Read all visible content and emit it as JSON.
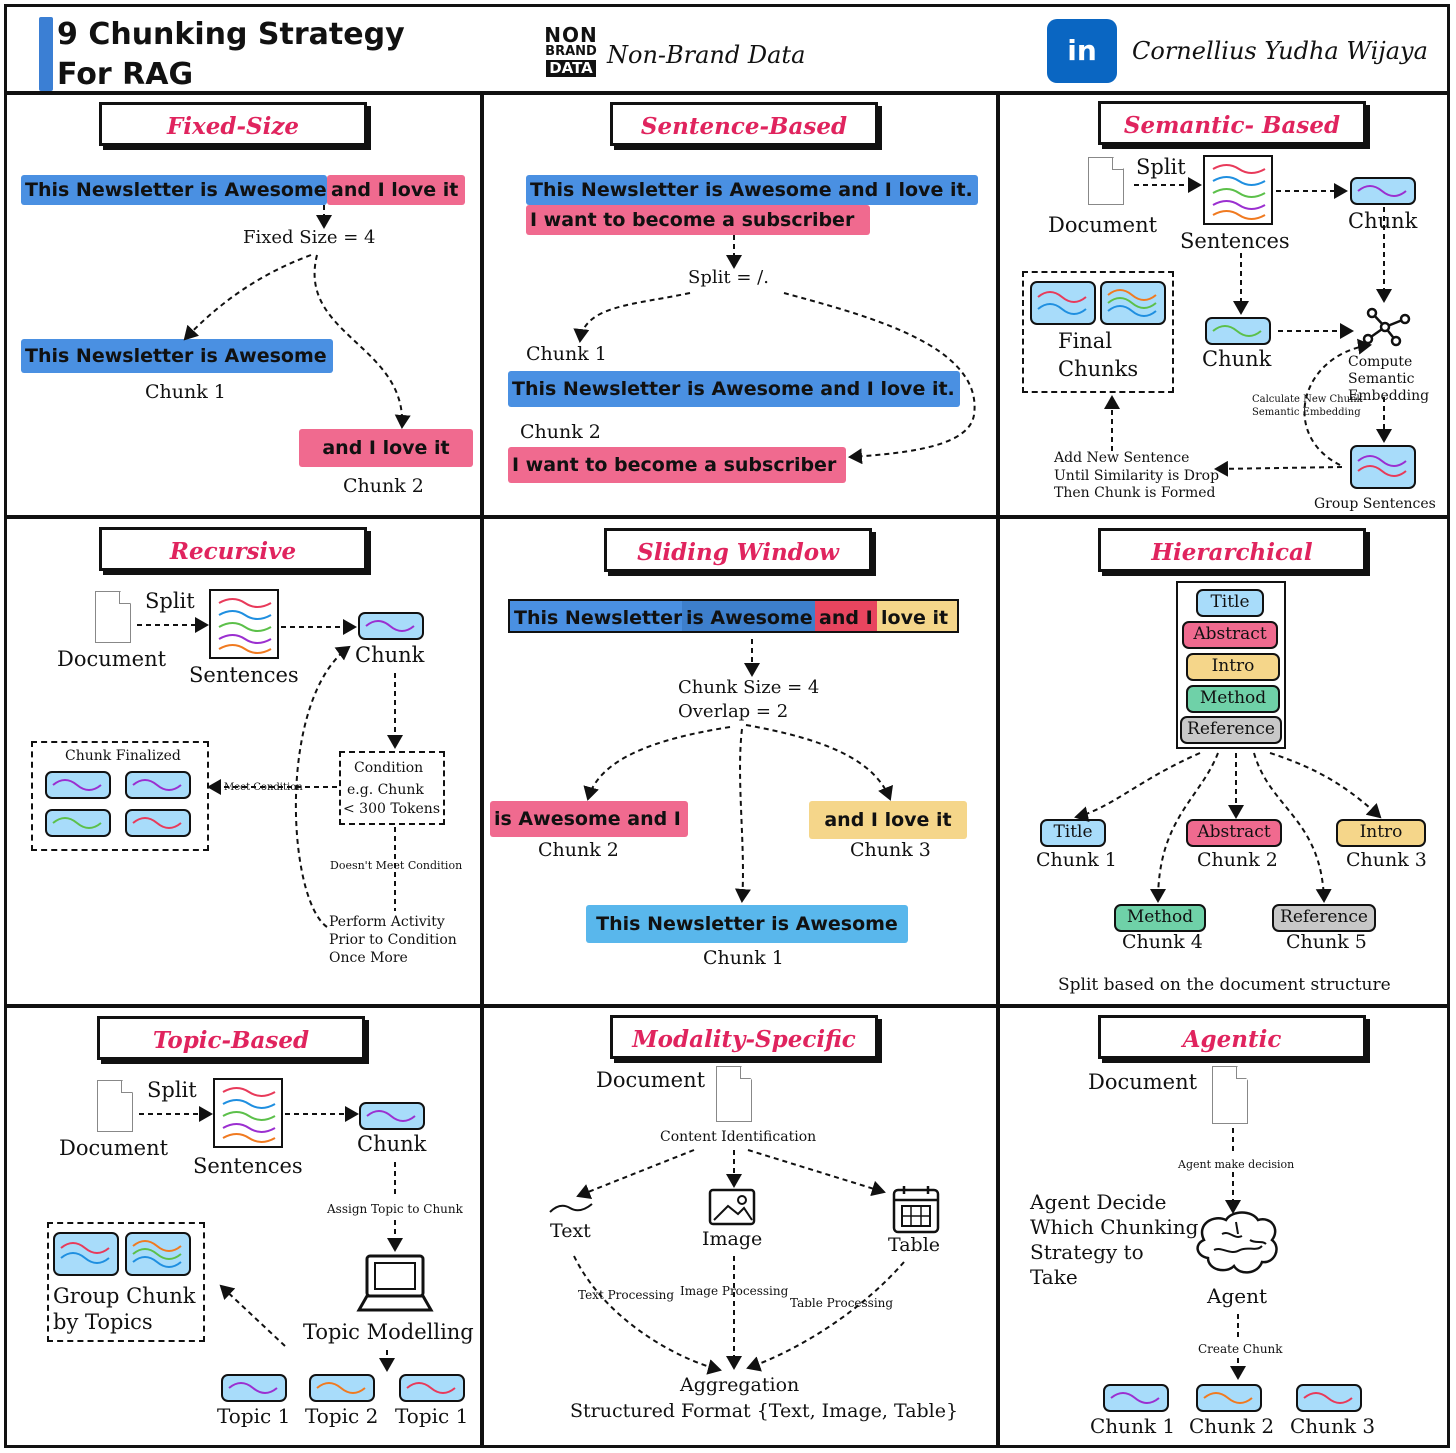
{
  "header": {
    "title_line1": "9 Chunking Strategy",
    "title_line2": "For RAG",
    "logo_line1": "NON",
    "logo_line2": "BRAND",
    "logo_line3": "DATA",
    "brand": "Non-Brand Data",
    "linkedin_icon": "in",
    "author": "Cornellius Yudha Wijaya"
  },
  "colors": {
    "accent_blue": "#3b7fd4",
    "title_red": "#e0245e",
    "blue": "#4a90e2",
    "pink": "#f06a8f",
    "yellow": "#f5d68a",
    "green": "#6fd1a8",
    "gray": "#c8c8c8",
    "chip": "#a8dcfa",
    "linkedin": "#0a66c2"
  },
  "fixed": {
    "title": "Fixed-Size",
    "part1": "This Newsletter is Awesome",
    "part2": "and I love it",
    "rule": "Fixed Size = 4",
    "chunk1_text": "This Newsletter is Awesome",
    "chunk1_label": "Chunk 1",
    "chunk2_text": "and I love it",
    "chunk2_label": "Chunk 2"
  },
  "sentence": {
    "title": "Sentence-Based",
    "s1": "This Newsletter is Awesome and I love it.",
    "s2": "I want to become a subscriber",
    "rule": "Split = /.",
    "chunk1_label": "Chunk 1",
    "chunk1_text": "This Newsletter is Awesome and I love it.",
    "chunk2_label": "Chunk 2",
    "chunk2_text": "I want to become a subscriber"
  },
  "semantic": {
    "title": "Semantic- Based",
    "split": "Split",
    "document": "Document",
    "sentences": "Sentences",
    "chunk_top": "Chunk",
    "chunk_mid": "Chunk",
    "final_line1": "Final",
    "final_line2": "Chunks",
    "compute_line1": "Compute",
    "compute_line2": "Semantic",
    "compute_line3": "Embedding",
    "calc_line1": "Calculate New Chunk",
    "calc_line2": "Semantic Embedding",
    "add_line1": "Add New Sentence",
    "add_line2": "Until Similarity is Drop",
    "add_line3": "Then Chunk is Formed",
    "group": "Group Sentences"
  },
  "recursive": {
    "title": "Recursive",
    "split": "Split",
    "document": "Document",
    "sentences": "Sentences",
    "chunk": "Chunk",
    "finalized": "Chunk Finalized",
    "meet": "Meet Condition",
    "cond_line1": "Condition",
    "cond_line2": "e.g. Chunk",
    "cond_line3": "< 300 Tokens",
    "not_meet": "Doesn't Meet Condition",
    "perform_line1": "Perform Activity",
    "perform_line2": "Prior to Condition",
    "perform_line3": "Once More"
  },
  "sliding": {
    "title": "Sliding Window",
    "seg1": "This Newsletter",
    "seg2": "is Awesome",
    "seg3": "and I",
    "seg4": "love it",
    "rule1": "Chunk Size = 4",
    "rule2": "Overlap = 2",
    "chunk2_text": "is Awesome and I",
    "chunk2_label": "Chunk 2",
    "chunk3_text": "and I love it",
    "chunk3_label": "Chunk 3",
    "chunk1_text": "This Newsletter is Awesome",
    "chunk1_label": "Chunk 1"
  },
  "hierarchical": {
    "title": "Hierarchical",
    "stack": [
      "Title",
      "Abstract",
      "Intro",
      "Method",
      "Reference"
    ],
    "c1_pill": "Title",
    "c1_label": "Chunk 1",
    "c2_pill": "Abstract",
    "c2_label": "Chunk 2",
    "c3_pill": "Intro",
    "c3_label": "Chunk 3",
    "c4_pill": "Method",
    "c4_label": "Chunk 4",
    "c5_pill": "Reference",
    "c5_label": "Chunk 5",
    "caption": "Split based on the document structure"
  },
  "topic": {
    "title": "Topic-Based",
    "split": "Split",
    "document": "Document",
    "sentences": "Sentences",
    "chunk": "Chunk",
    "assign": "Assign Topic to Chunk",
    "modelling": "Topic Modelling",
    "group_line1": "Group Chunk",
    "group_line2": "by Topics",
    "topics": [
      "Topic 1",
      "Topic 2",
      "Topic 1"
    ]
  },
  "modality": {
    "title": "Modality-Specific",
    "document": "Document",
    "content_id": "Content Identification",
    "text": "Text",
    "image": "Image",
    "table": "Table",
    "text_proc": "Text Processing",
    "image_proc": "Image Processing",
    "table_proc": "Table Processing",
    "aggregation": "Aggregation",
    "structured": "Structured Format {Text, Image, Table}"
  },
  "agentic": {
    "title": "Agentic",
    "document": "Document",
    "decision": "Agent make decision",
    "decide_line1": "Agent Decide",
    "decide_line2": "Which Chunking",
    "decide_line3": "Strategy to",
    "decide_line4": "Take",
    "agent": "Agent",
    "create": "Create Chunk",
    "chunks": [
      "Chunk 1",
      "Chunk 2",
      "Chunk 3"
    ]
  }
}
